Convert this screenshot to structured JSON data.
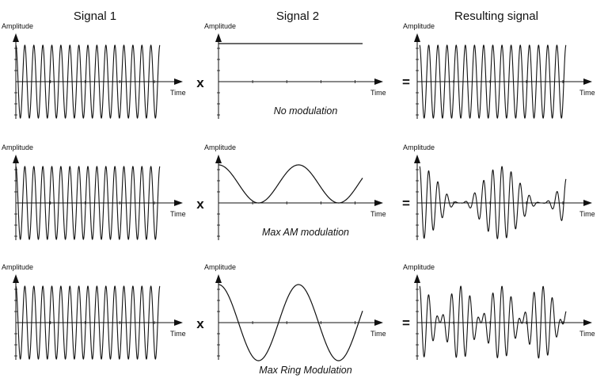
{
  "columns": {
    "signal1": "Signal 1",
    "signal2": "Signal 2",
    "result": "Resulting signal"
  },
  "axis": {
    "amplitude": "Amplitude",
    "time": "Time"
  },
  "operators": {
    "multiply": "x",
    "equals": "="
  },
  "rows": [
    {
      "caption": "No modulation",
      "modulation": "none"
    },
    {
      "caption": "Max AM modulation",
      "modulation": "am"
    },
    {
      "caption": "Max Ring Modulation",
      "modulation": "ring"
    }
  ]
}
